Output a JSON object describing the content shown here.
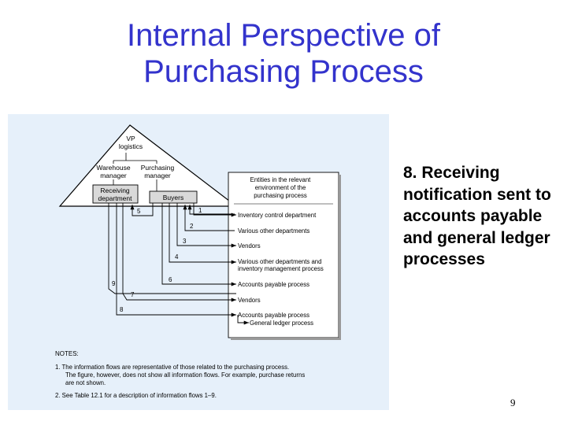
{
  "slide": {
    "title_line1": "Internal Perspective of",
    "title_line2": "Purchasing Process",
    "note": "8. Receiving notification sent to accounts payable and general ledger processes",
    "page_number": "9"
  },
  "diagram": {
    "nodes": {
      "vp_line1": "VP",
      "vp_line2": "logistics",
      "warehouse_line1": "Warehouse",
      "warehouse_line2": "manager",
      "purchasing_line1": "Purchasing",
      "purchasing_line2": "manager",
      "receiving_line1": "Receiving",
      "receiving_line2": "department",
      "buyers": "Buyers"
    },
    "entities": {
      "header_line1": "Entities in the relevant",
      "header_line2": "environment of the",
      "header_line3": "purchasing process",
      "items": [
        "Inventory control department",
        "Various other departments",
        "Vendors",
        "Various other departments and",
        "inventory management process",
        "Accounts payable process",
        "Vendors",
        "Accounts payable process",
        "General ledger process"
      ]
    },
    "flow_numbers": [
      "1",
      "2",
      "3",
      "4",
      "5",
      "6",
      "7",
      "8",
      "9"
    ],
    "notes": {
      "heading": "NOTES:",
      "n1_line1": "1.  The information flows are representative of those related to the purchasing process.",
      "n1_line2": "The figure, however, does not show all information flows.  For example, purchase returns",
      "n1_line3": "are not shown.",
      "n2": "2.  See Table 12.1 for a description of information flows 1–9."
    }
  }
}
